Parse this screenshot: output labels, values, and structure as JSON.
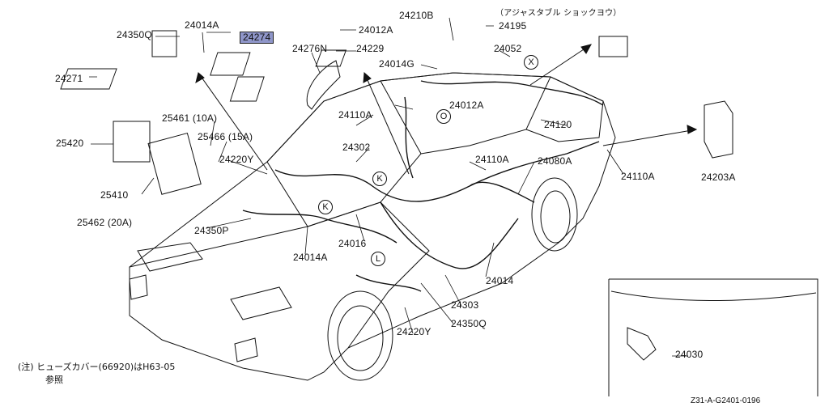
{
  "labels": {
    "p24350Q_top": "24350Q",
    "p24014A_top": "24014A",
    "p24274": "24274",
    "p24271": "24271",
    "p24276N": "24276N",
    "p24012A_top": "24012A",
    "p24229": "24229",
    "p24014G": "24014G",
    "p24210B": "24210B",
    "p24195": "24195",
    "p24052": "24052",
    "p25461": "25461 (10A)",
    "p25466": "25466 (15A)",
    "p25420": "25420",
    "p24220Y_top": "24220Y",
    "p24110A_a": "24110A",
    "p24302": "24302",
    "p24012A_mid": "24012A",
    "p24110A_b": "24110A",
    "p24120": "24120",
    "p24080A": "24080A",
    "p24110A_c": "24110A",
    "p24203A": "24203A",
    "p25410": "25410",
    "p25462": "25462 (20A)",
    "p24350P": "24350P",
    "p24014A_bot": "24014A",
    "p24016": "24016",
    "p24014": "24014",
    "p24303": "24303",
    "p24350Q_bot": "24350Q",
    "p24220Y_bot": "24220Y",
    "p24030": "24030"
  },
  "callouts": {
    "x": "X",
    "o": "O",
    "k1": "K",
    "k2": "K",
    "l": "L"
  },
  "jp_caption": "（アジャスタブル ショックヨウ）",
  "note": {
    "line1": "(注) ヒューズカバー(66920)はH63-05",
    "line2": "参照"
  },
  "diagram_code": "Z31-A-G2401-0196",
  "highlight_color": "#8f96c9"
}
